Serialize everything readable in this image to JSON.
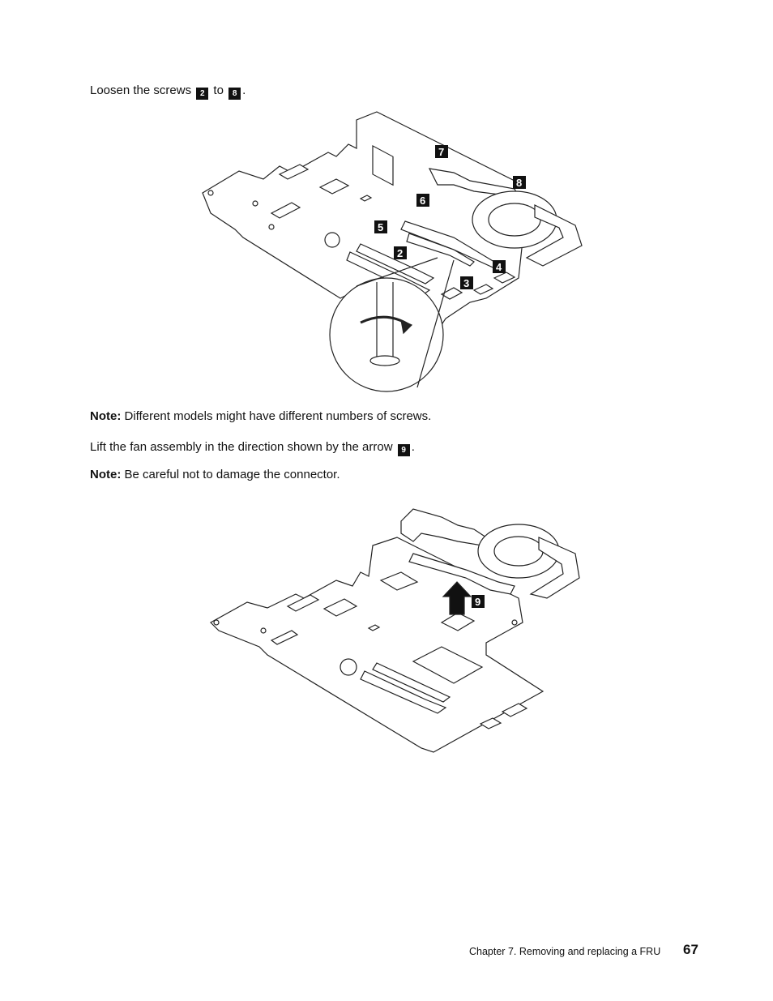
{
  "step1": {
    "text_before": "Loosen the screws",
    "callout_from": "2",
    "text_mid": "to",
    "callout_to": "8",
    "text_after": "."
  },
  "figure1": {
    "callouts": [
      "7",
      "8",
      "6",
      "5",
      "2",
      "4",
      "3"
    ]
  },
  "note1": {
    "label": "Note:",
    "text": "Different models might have different numbers of screws."
  },
  "step2": {
    "text_before": "Lift the fan assembly in the direction shown by the arrow",
    "callout": "9",
    "text_after": "."
  },
  "note2": {
    "label": "Note:",
    "text": "Be careful not to damage the connector."
  },
  "figure2": {
    "callouts": [
      "9"
    ]
  },
  "footer": {
    "chapter": "Chapter 7.  Removing and replacing a FRU",
    "page_number": "67"
  }
}
